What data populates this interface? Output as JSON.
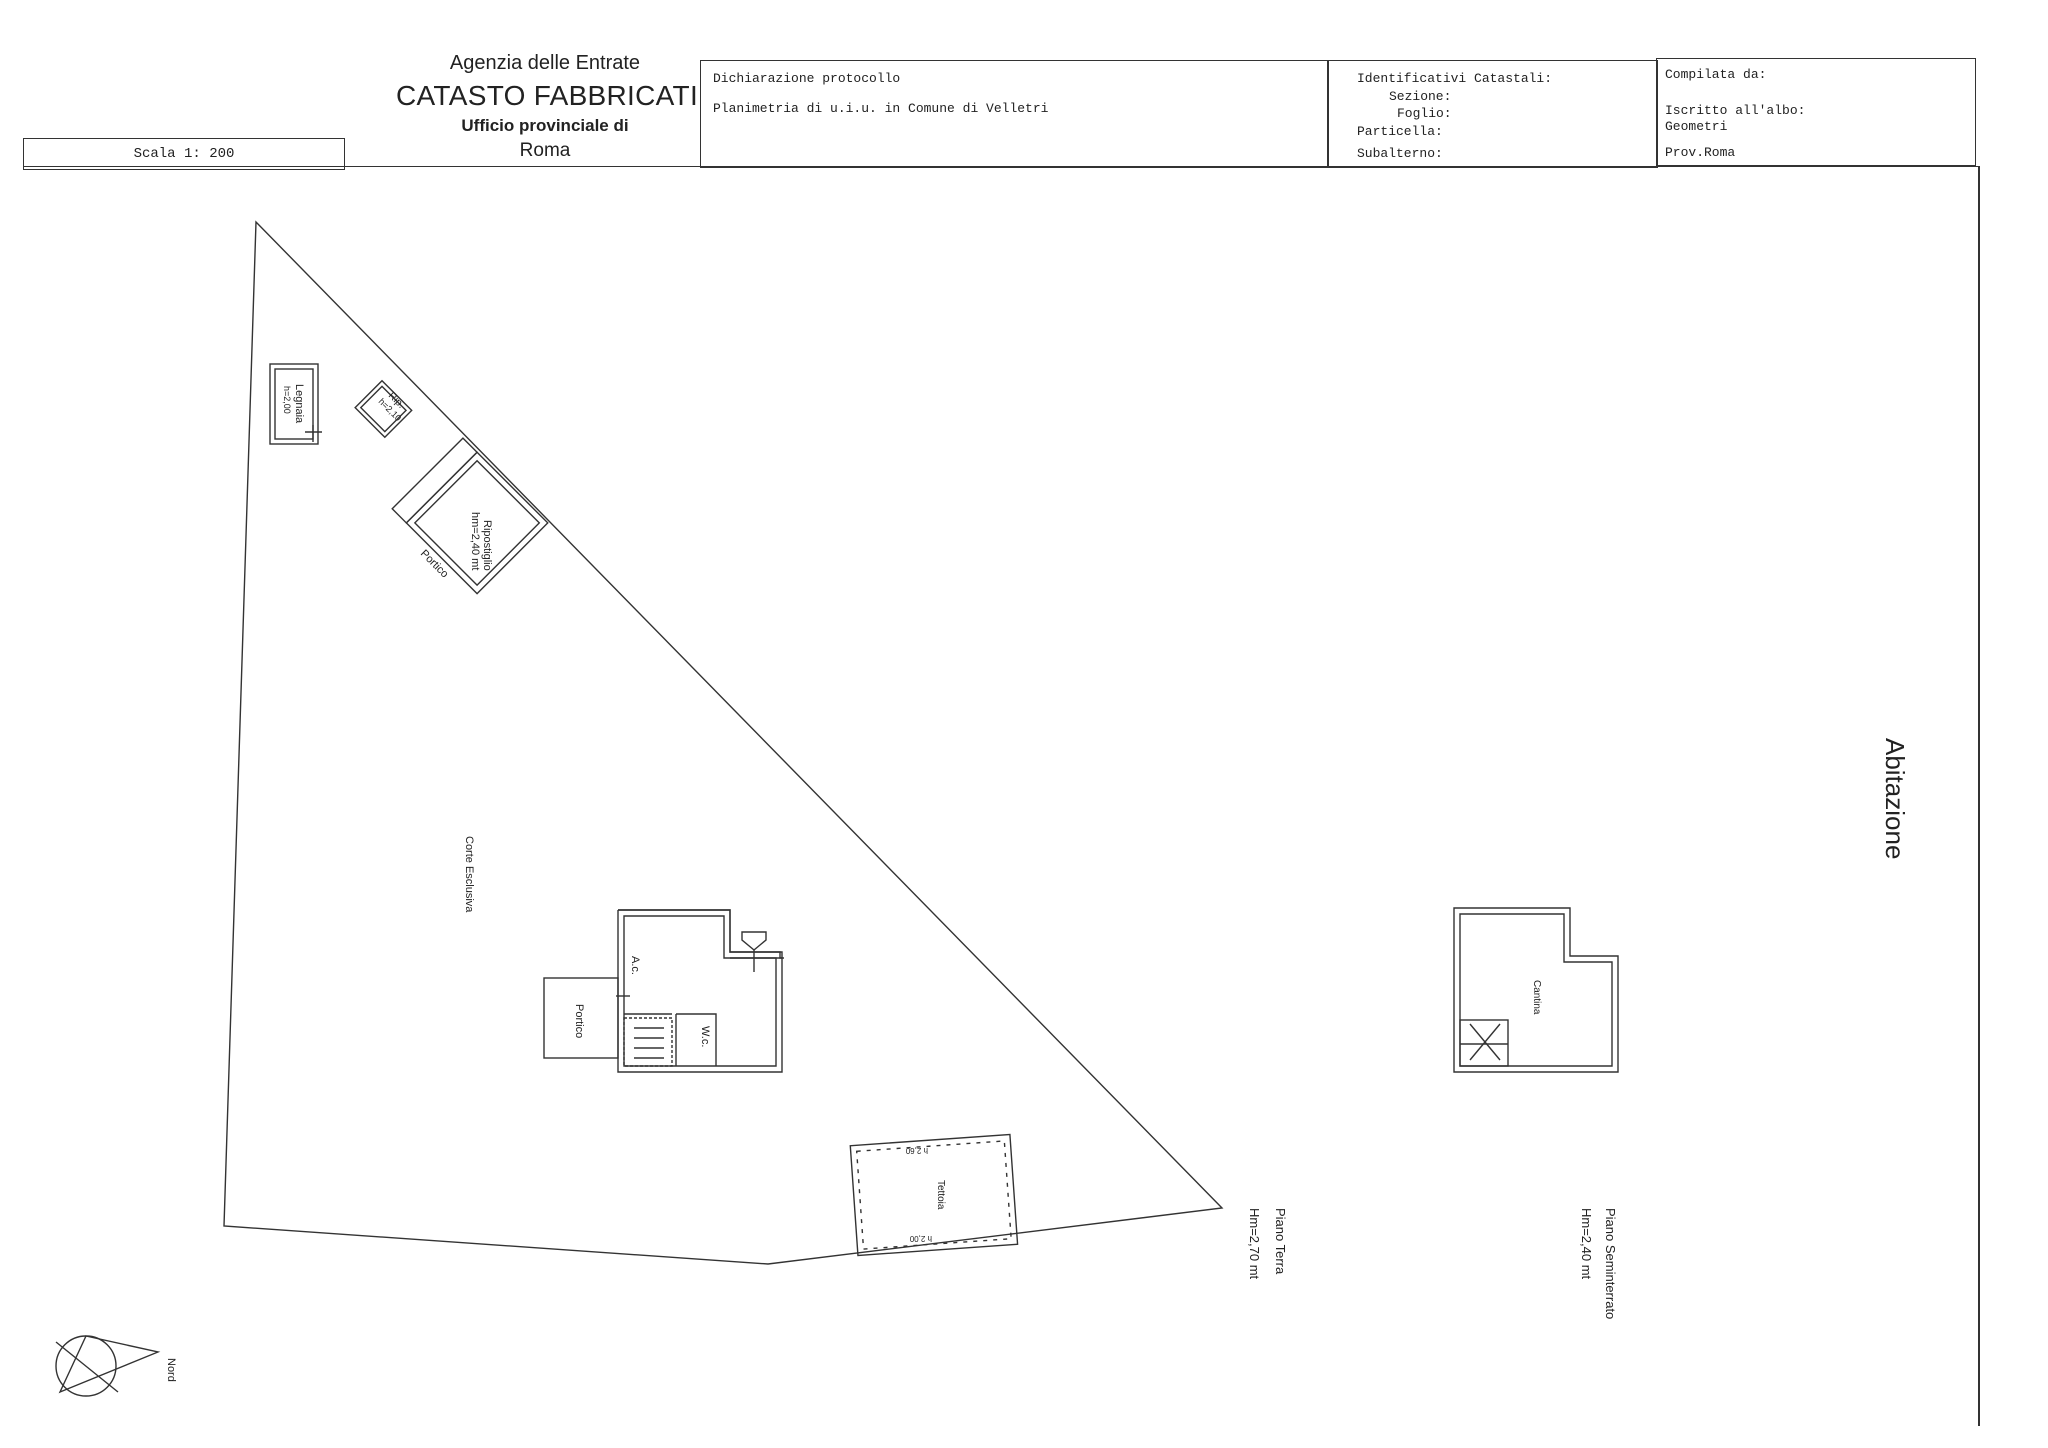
{
  "header": {
    "agency": "Agenzia delle Entrate",
    "title": "CATASTO FABBRICATI",
    "office": "Ufficio provinciale di",
    "province": "Roma",
    "scale": "Scala 1: 200"
  },
  "declaration": {
    "protocol_label": "Dichiarazione protocollo",
    "plan_label": "Planimetria di u.i.u. in Comune di Velletri"
  },
  "identifiers": {
    "title": "Identificativi Catastali:",
    "sezione": "Sezione:",
    "foglio": "Foglio:",
    "particella": "Particella:",
    "subalterno": "Subalterno:"
  },
  "compiled": {
    "title": "Compilata da:",
    "albo": "Iscritto all'albo:",
    "profession": "Geometri",
    "province": "Prov.Roma"
  },
  "plan": {
    "unit_type": "Abitazione",
    "rooms": {
      "legnaia": "Legnaia",
      "legnaia_h": "h=2,00",
      "rip": "Rip.",
      "rip_h": "h=2,10",
      "ripostiglio": "Ripostiglio",
      "ripostiglio_h": "hm=2,40 mt",
      "portico": "Portico",
      "corte": "Corte Esclusiva",
      "ac": "A.c.",
      "wc": "W.c.",
      "tettoia": "Tettoia",
      "tettoia_h1": "h 2,60",
      "tettoia_h2": "h 2,00",
      "cantina": "Cantina"
    },
    "floors": {
      "terra": "Piano Terra",
      "terra_h": "Hm=2,70 mt",
      "seminterrato": "Piano Seminterrato",
      "seminterrato_h": "Hm=2,40 mt"
    },
    "north": "Nord"
  }
}
